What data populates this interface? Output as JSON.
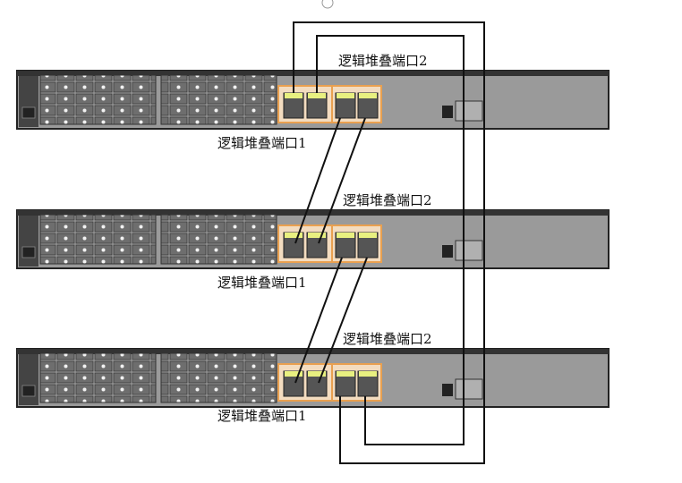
{
  "diagram": {
    "switches": [
      {
        "id": "switch-1",
        "label_port1": "逻辑堆叠端口1",
        "label_port2": "逻辑堆叠端口2"
      },
      {
        "id": "switch-2",
        "label_port1": "逻辑堆叠端口1",
        "label_port2": "逻辑堆叠端口2"
      },
      {
        "id": "switch-3",
        "label_port1": "逻辑堆叠端口1",
        "label_port2": "逻辑堆叠端口2"
      }
    ],
    "colors": {
      "chassis_top": "#333333",
      "chassis_body": "#9a9a9a",
      "panel": "#c8c8c8",
      "stack_group_border": "#e9a050",
      "stack_group_fill": "#f3dcc0",
      "port_led": "#e8f080",
      "cable": "#111111"
    }
  }
}
